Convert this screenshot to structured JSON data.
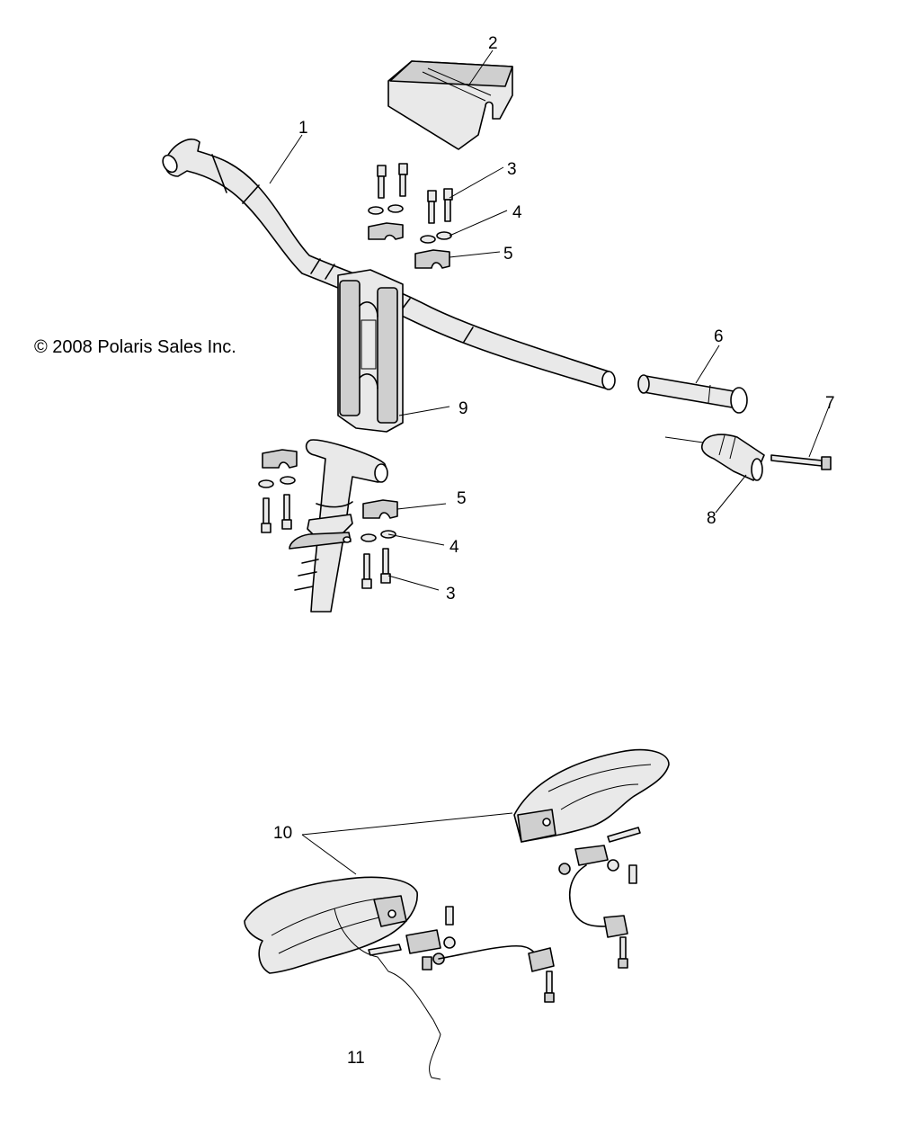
{
  "copyright": "© 2008 Polaris Sales Inc.",
  "callouts": {
    "c1": "1",
    "c2": "2",
    "c3a": "3",
    "c4a": "4",
    "c5a": "5",
    "c6": "6",
    "c7": "7",
    "c8": "8",
    "c9": "9",
    "c5b": "5",
    "c4b": "4",
    "c3b": "3",
    "c10": "10",
    "c11": "11"
  }
}
